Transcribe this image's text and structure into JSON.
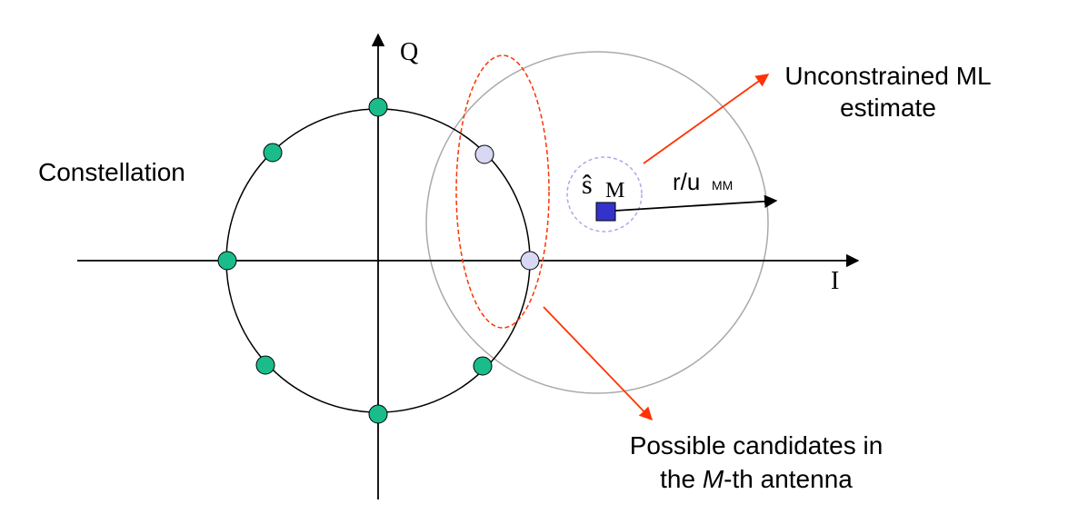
{
  "labels": {
    "q_axis": "Q",
    "i_axis": "I",
    "constellation": "Constellation",
    "unconstrained_line1": "Unconstrained ML",
    "unconstrained_line2": "estimate",
    "s_hat_symbol": "ŝ",
    "s_hat_subscript": "M",
    "radius_main": "r/u",
    "radius_subscript": "MM",
    "candidates_line1": "Possible candidates in",
    "candidates_line2_pre": "the ",
    "candidates_line2_italic": "M",
    "candidates_line2_post": "-th antenna"
  },
  "colors": {
    "green_point": "#1abc8c",
    "candidate_point": "#d8d8f5",
    "estimate_square": "#3333cc",
    "red_arrow": "#ff3300",
    "gray_circle": "#aaaaaa",
    "dashed_small_circle": "#aaaaee",
    "red_dashed_ellipse": "#ff3300",
    "axis": "#000000"
  }
}
